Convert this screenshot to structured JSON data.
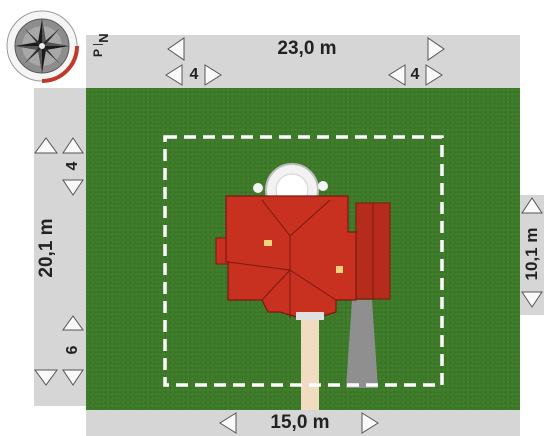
{
  "compass": {
    "north_label": "N",
    "pole_label": "P",
    "icon": "compass-rose-icon"
  },
  "dimensions": {
    "plot_width": "23,0 m",
    "setback_left_top": "4",
    "setback_right_top": "4",
    "plot_depth": "20,1 m",
    "setback_front": "4",
    "setback_rear": "6",
    "right_side": "10,1 m",
    "bottom_width": "15,0 m"
  },
  "colors": {
    "lawn": "#3d7a28",
    "roof": "#c8301f",
    "band": "#d6d6d6",
    "path": "#f0dcc0",
    "driveway": "#8f8f8f",
    "building_line": "#ffffff",
    "compass_ring": "#c0392b"
  }
}
